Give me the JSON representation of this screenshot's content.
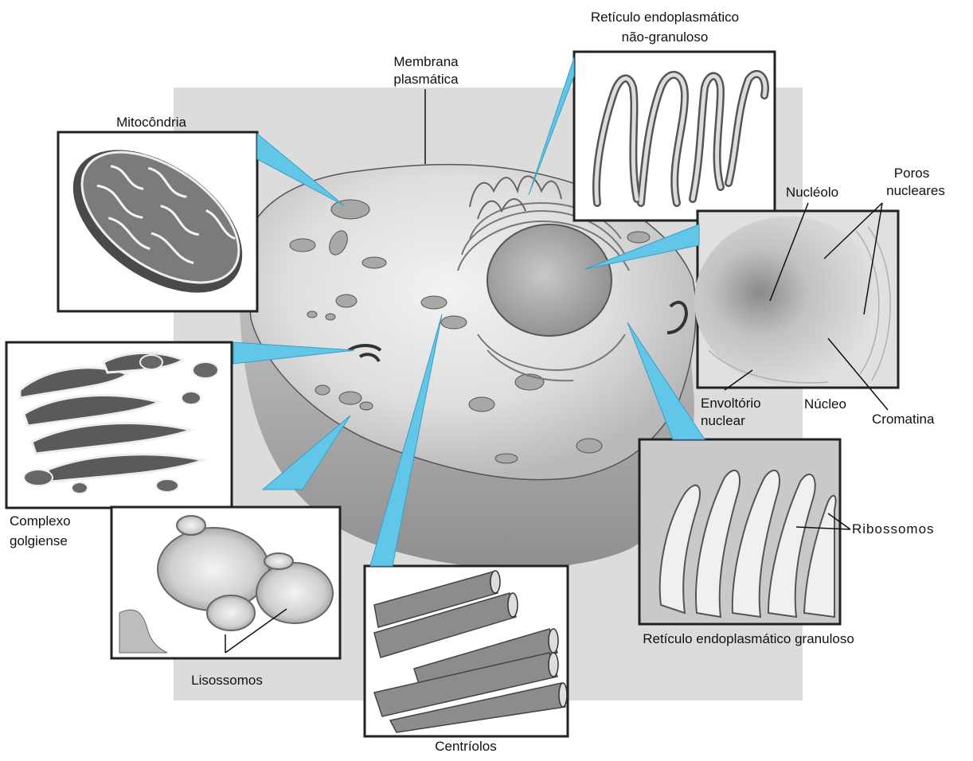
{
  "labels": {
    "reticulo_nao_granuloso_line1": "Retículo endoplasmático",
    "reticulo_nao_granuloso_line2": "não-granuloso",
    "membrana_line1": "Membrana",
    "membrana_line2": "plasmática",
    "mitocondria": "Mitocôndria",
    "poros_line1": "Poros",
    "poros_line2": "nucleares",
    "nucleolo": "Nucléolo",
    "envoltorio_line1": "Envoltório",
    "envoltorio_line2": "nuclear",
    "nucleo": "Núcleo",
    "cromatina": "Cromatina",
    "ribossomos": "Ribossomos",
    "reticulo_granuloso": "Retículo endoplasmático granuloso",
    "complexo_line1": "Complexo",
    "complexo_line2": "golgiense",
    "lisossomos": "Lisossomos",
    "centriolos": "Centríolos"
  },
  "colors": {
    "callout": "#62c6e8",
    "background_panel": "#dcdcdc",
    "cell": "#cfcfcf",
    "frame": "#222222"
  },
  "icons": {
    "mitochondrion": "mitochondrion-illustration",
    "golgi": "golgi-illustration",
    "lysosome": "lysosome-illustration",
    "centriole": "centriole-illustration",
    "smooth_er": "smooth-er-illustration",
    "rough_er": "rough-er-illustration",
    "nucleus": "nucleus-illustration"
  }
}
